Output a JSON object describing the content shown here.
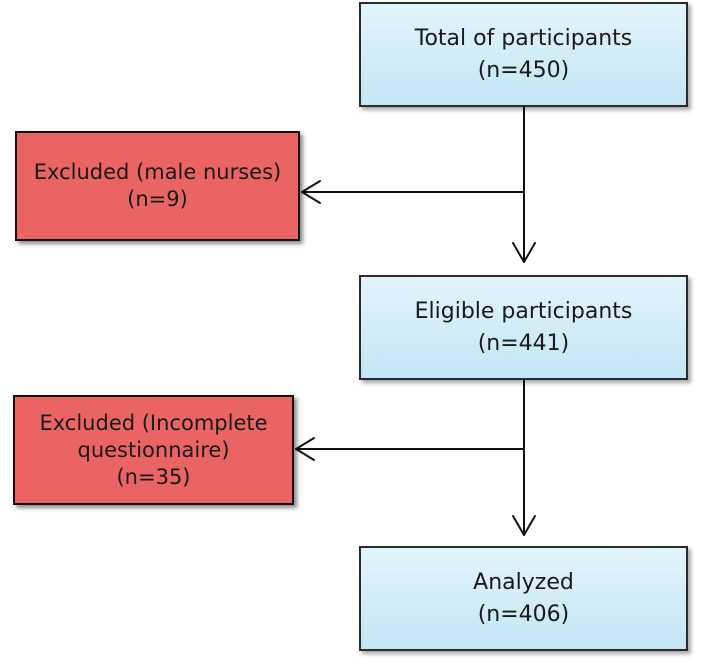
{
  "boxes": {
    "total": {
      "line1": "Total of participants",
      "line2": "(n=450)"
    },
    "excluded_male": {
      "line1": "Excluded (male nurses)",
      "line2": "(n=9)"
    },
    "eligible": {
      "line1": "Eligible participants",
      "line2": "(n=441)"
    },
    "excluded_incomplete": {
      "line1": "Excluded (Incomplete",
      "line2": "questionnaire)",
      "line3": "(n=35)"
    },
    "analyzed": {
      "line1": "Analyzed",
      "line2": "(n=406)"
    }
  },
  "colors": {
    "included_fill": "#c8e8f5",
    "excluded_fill": "#ea6464",
    "stroke": "#111111"
  }
}
